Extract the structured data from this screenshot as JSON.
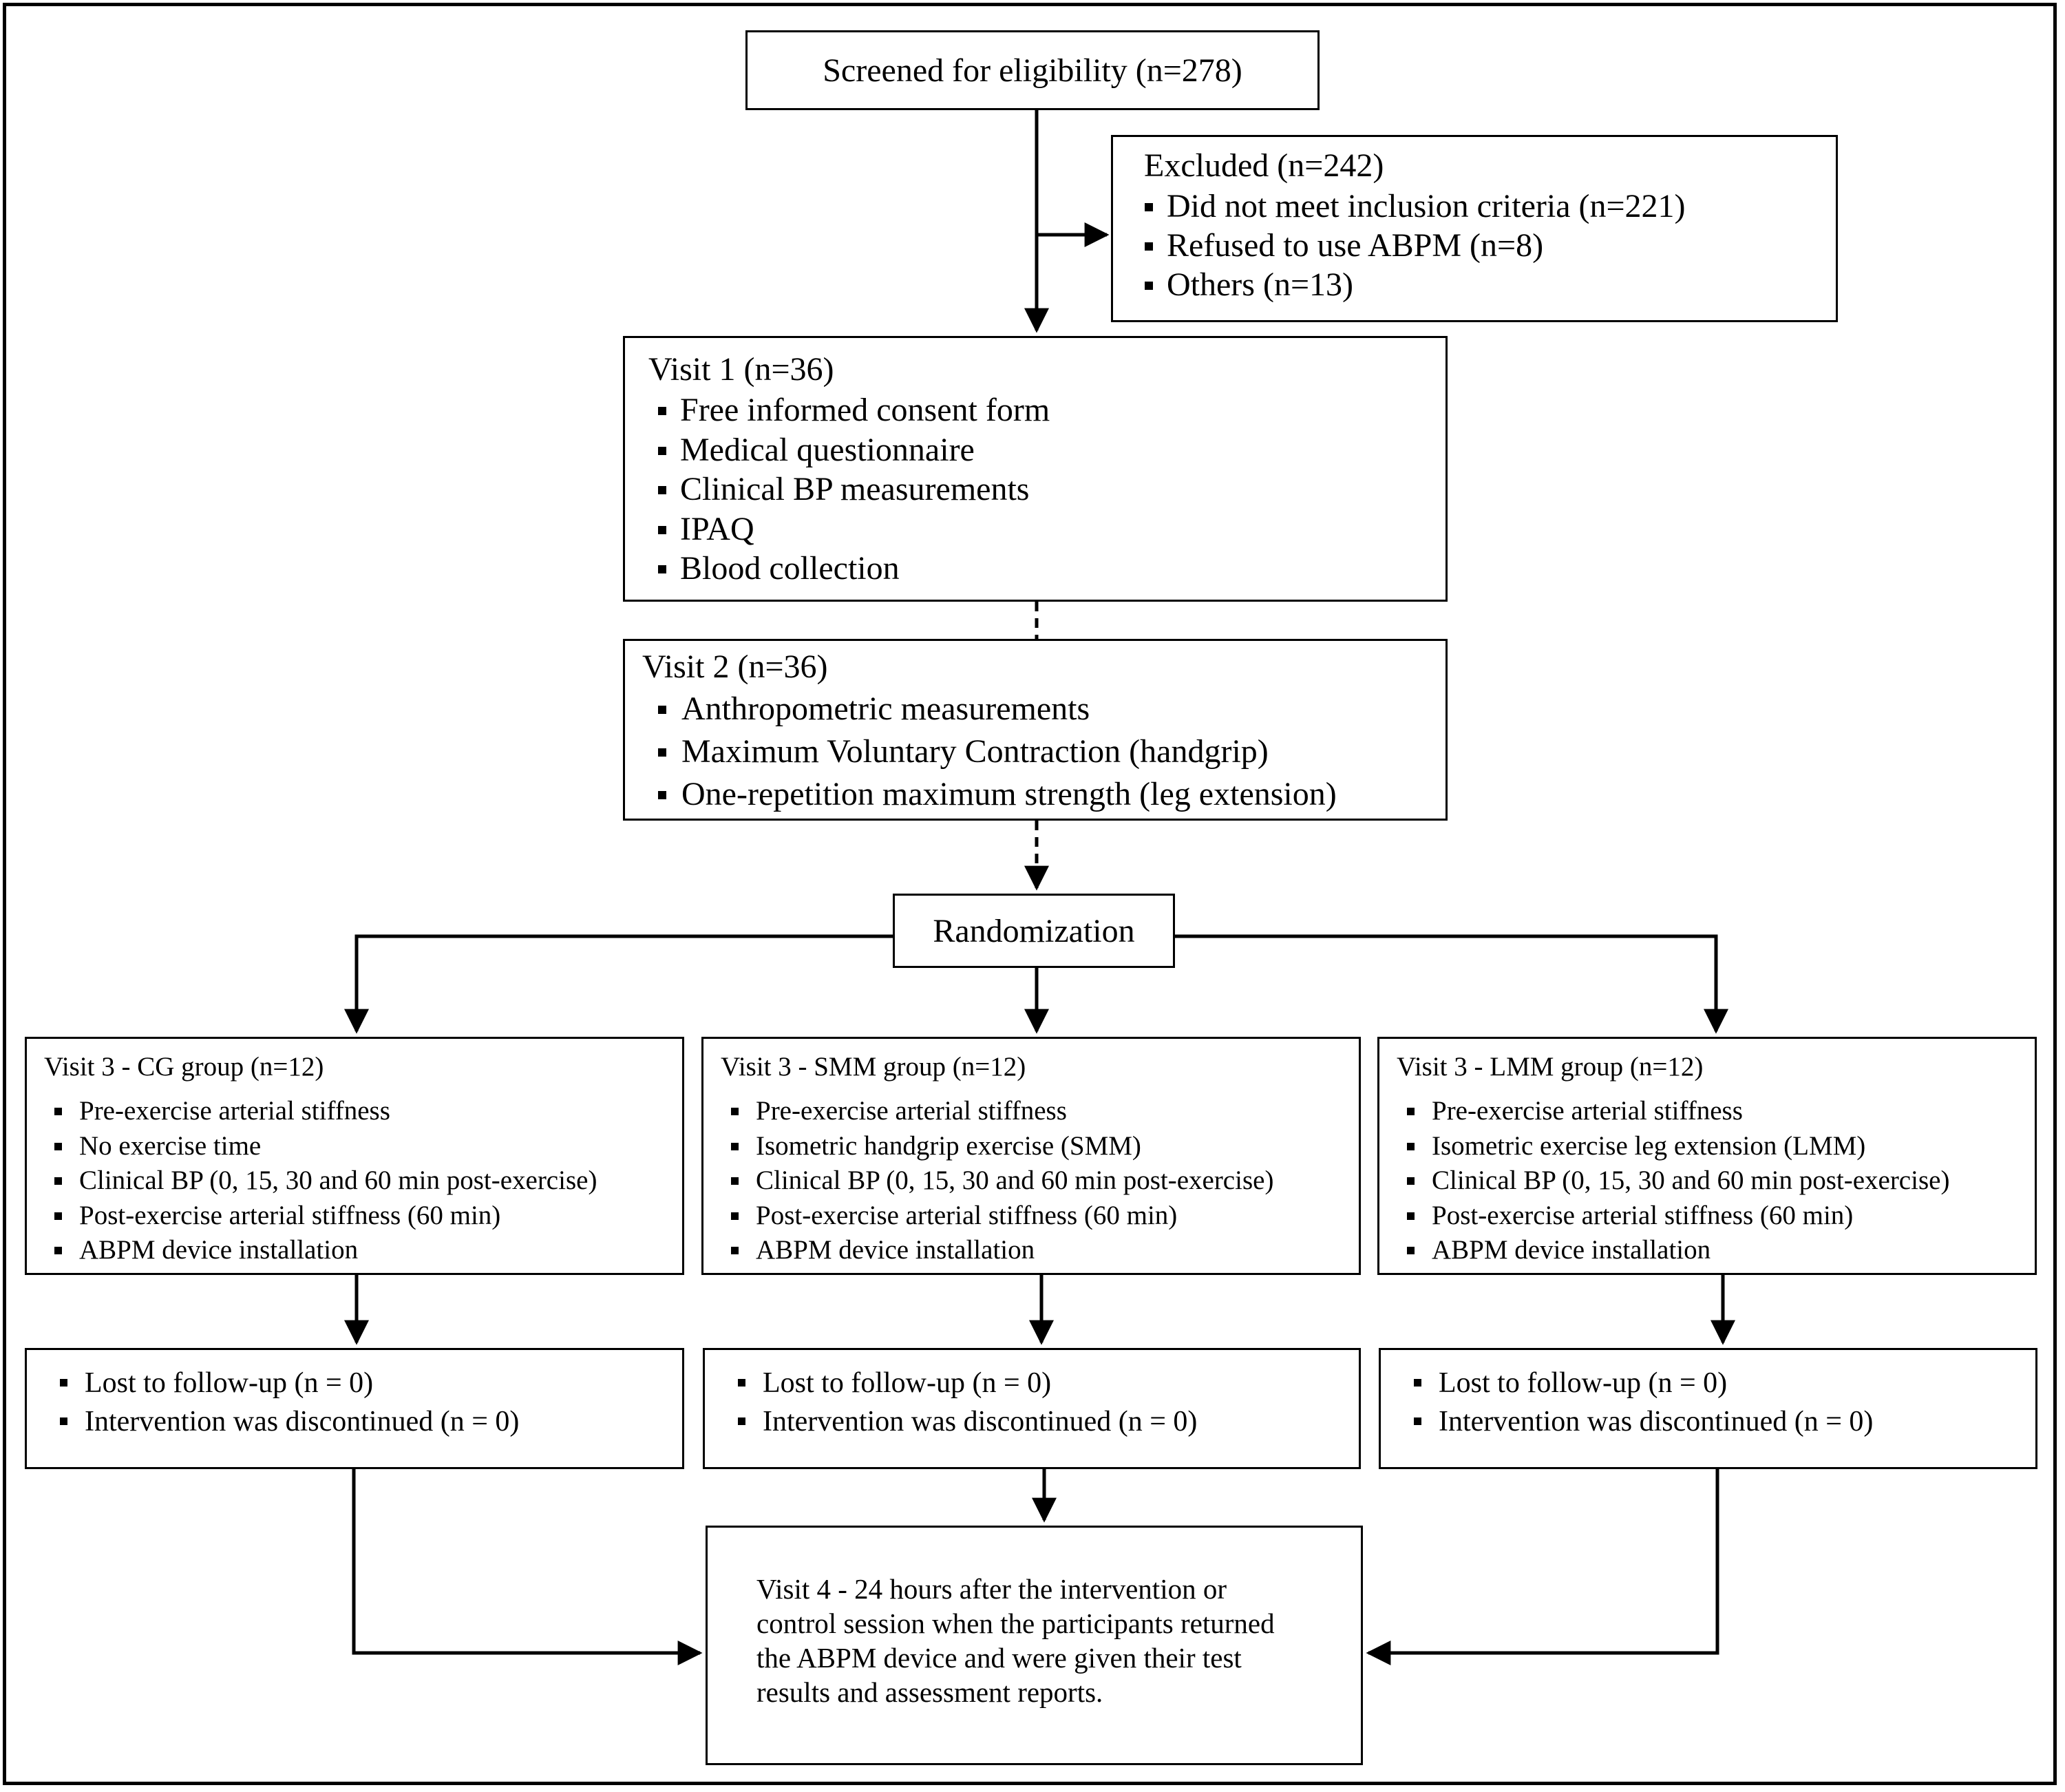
{
  "screened": {
    "label": "Screened for eligibility (n=278)"
  },
  "excluded": {
    "title": "Excluded (n=242)",
    "items": [
      "Did not meet inclusion criteria (n=221)",
      "Refused to use ABPM (n=8)",
      "Others (n=13)"
    ]
  },
  "visit1": {
    "title": "Visit 1 (n=36)",
    "items": [
      "Free informed consent form",
      "Medical questionnaire",
      "Clinical BP measurements",
      "IPAQ",
      "Blood collection"
    ]
  },
  "visit2": {
    "title": "Visit 2 (n=36)",
    "items": [
      "Anthropometric measurements",
      "Maximum Voluntary Contraction (handgrip)",
      "One-repetition maximum strength (leg extension)"
    ]
  },
  "randomization": {
    "label": "Randomization"
  },
  "groups": [
    {
      "title": "Visit 3 - CG group (n=12)",
      "items": [
        "Pre-exercise arterial stiffness",
        "No exercise time",
        "Clinical BP (0, 15, 30 and 60 min post-exercise)",
        "Post-exercise arterial stiffness (60 min)",
        "ABPM device installation"
      ],
      "followup": [
        "Lost to follow-up (n = 0)",
        "Intervention was discontinued (n = 0)"
      ]
    },
    {
      "title": "Visit 3 - SMM group (n=12)",
      "items": [
        "Pre-exercise arterial stiffness",
        "Isometric handgrip exercise (SMM)",
        "Clinical BP (0, 15, 30 and 60 min post-exercise)",
        "Post-exercise arterial stiffness (60 min)",
        "ABPM device installation"
      ],
      "followup": [
        "Lost to follow-up (n = 0)",
        "Intervention was discontinued (n = 0)"
      ]
    },
    {
      "title": "Visit 3 - LMM group (n=12)",
      "items": [
        "Pre-exercise arterial stiffness",
        "Isometric exercise leg extension (LMM)",
        "Clinical BP (0, 15, 30 and 60 min post-exercise)",
        "Post-exercise arterial stiffness (60 min)",
        "ABPM device installation"
      ],
      "followup": [
        "Lost to follow-up (n = 0)",
        "Intervention was discontinued (n = 0)"
      ]
    }
  ],
  "visit4": {
    "lines": [
      "Visit 4 - 24 hours after the intervention or",
      "control session when the participants returned",
      "the ABPM device and were given their test",
      "results and assessment reports."
    ]
  }
}
